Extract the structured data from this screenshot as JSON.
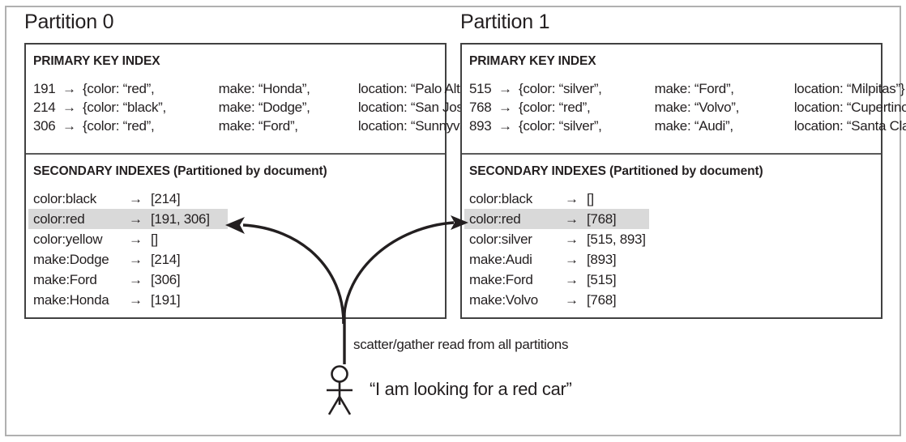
{
  "figure": {
    "caption_scatter": "scatter/gather read from all partitions",
    "user_quote": "“I am looking for a red car”",
    "accent_highlight": "#d9d9d9",
    "text_color": "#231f20",
    "frame_color": "#b0b0b0",
    "panel_border": "#414141"
  },
  "partitions": [
    {
      "title": "Partition 0",
      "primary_index": {
        "heading": "PRIMARY KEY INDEX",
        "rows": [
          {
            "key": "191",
            "arrow": "→",
            "open": "{color:",
            "color": "“red”,",
            "make_label": "make:",
            "make": "“Honda”,",
            "loc_label": "location:",
            "loc": "“Palo Alto”}"
          },
          {
            "key": "214",
            "arrow": "→",
            "open": "{color:",
            "color": "“black”,",
            "make_label": "make:",
            "make": "“Dodge”,",
            "loc_label": "location:",
            "loc": "“San Jose”}"
          },
          {
            "key": "306",
            "arrow": "→",
            "open": "{color:",
            "color": "“red”,",
            "make_label": "make:",
            "make": "“Ford”,",
            "loc_label": "location:",
            "loc": "“Sunnyvale”}"
          }
        ]
      },
      "secondary_index": {
        "heading": "SECONDARY INDEXES (Partitioned by document)",
        "rows": [
          {
            "term": "color:black",
            "arrow": "→",
            "list": "[214]",
            "highlighted": false
          },
          {
            "term": "color:red",
            "arrow": "→",
            "list": "[191, 306]",
            "highlighted": true
          },
          {
            "term": "color:yellow",
            "arrow": "→",
            "list": "[]",
            "highlighted": false
          },
          {
            "term": "make:Dodge",
            "arrow": "→",
            "list": "[214]",
            "highlighted": false
          },
          {
            "term": "make:Ford",
            "arrow": "→",
            "list": "[306]",
            "highlighted": false
          },
          {
            "term": "make:Honda",
            "arrow": "→",
            "list": "[191]",
            "highlighted": false
          }
        ]
      }
    },
    {
      "title": "Partition 1",
      "primary_index": {
        "heading": "PRIMARY KEY INDEX",
        "rows": [
          {
            "key": "515",
            "arrow": "→",
            "open": "{color:",
            "color": "“silver”,",
            "make_label": "make:",
            "make": "“Ford”,",
            "loc_label": "location:",
            "loc": "“Milpitas”}"
          },
          {
            "key": "768",
            "arrow": "→",
            "open": "{color:",
            "color": "“red”,",
            "make_label": "make:",
            "make": "“Volvo”,",
            "loc_label": "location:",
            "loc": "“Cupertino”}"
          },
          {
            "key": "893",
            "arrow": "→",
            "open": "{color:",
            "color": "“silver”,",
            "make_label": "make:",
            "make": "“Audi”,",
            "loc_label": "location:",
            "loc": "“Santa Clara”}"
          }
        ]
      },
      "secondary_index": {
        "heading": "SECONDARY INDEXES (Partitioned by document)",
        "rows": [
          {
            "term": "color:black",
            "arrow": "→",
            "list": "[]",
            "highlighted": false
          },
          {
            "term": "color:red",
            "arrow": "→",
            "list": "[768]",
            "highlighted": true
          },
          {
            "term": "color:silver",
            "arrow": "→",
            "list": "[515, 893]",
            "highlighted": false
          },
          {
            "term": "make:Audi",
            "arrow": "→",
            "list": "[893]",
            "highlighted": false
          },
          {
            "term": "make:Ford",
            "arrow": "→",
            "list": "[515]",
            "highlighted": false
          },
          {
            "term": "make:Volvo",
            "arrow": "→",
            "list": "[768]",
            "highlighted": false
          }
        ]
      }
    }
  ]
}
